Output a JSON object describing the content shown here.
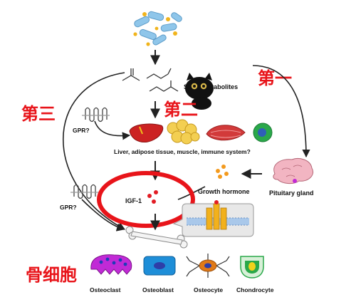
{
  "metabolites_label": "SCFA metabolites",
  "annotations": {
    "first": "第一",
    "second": "第二",
    "third": "第三",
    "bone_cells": "骨细胞"
  },
  "receptor_label_upper": "GPR?",
  "receptor_label_lower": "GPR?",
  "tissues_label": "Liver, adipose tissue, muscle, immune system?",
  "igf_label": "IGF-1",
  "gh_label": "Growth hormone",
  "pituitary_label": "Pituitary gland",
  "cells": [
    "Osteoclast",
    "Osteoblast",
    "Osteocyte",
    "Chondrocyte"
  ],
  "colors": {
    "annotation_red": "#e8141a",
    "arrow": "#222222",
    "liver": "#cc2222",
    "adipose": "#f3cf52",
    "muscle": "#d23a3a",
    "immune_cell": "#2aa84a",
    "igf_dots": "#e21c24",
    "gh_dots": "#f39a1e",
    "osteoclast": "#c12ad6",
    "osteoblast": "#1e8ed8",
    "osteocyte": "#e07a18",
    "chondrocyte": "#2aa84a"
  },
  "icons": [
    "bacteria-cluster-icon",
    "scfa-structure-icon",
    "black-cat-icon",
    "gpr-receptor-icon",
    "liver-icon",
    "adipose-icon",
    "muscle-icon",
    "immune-cell-icon",
    "brain-icon",
    "receptor-membrane-icon",
    "bone-icon"
  ]
}
